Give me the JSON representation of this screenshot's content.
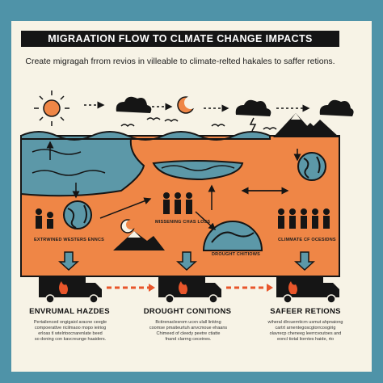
{
  "poster": {
    "title": "MIGRAATION FLOW TO CLMATE CHANGE IMPACTS",
    "subtitle": "Create migragah frrom revios in villeable to climate-relted hakales to saffer retions."
  },
  "map_labels": {
    "left_region": "EXTRWINED WESTERS ENNCS",
    "center_people": "MISSENING CHAS LOSS",
    "center_globe": "DROUGHT CHITIOWS",
    "right_region": "CLIMMATE CF OCESIDNS"
  },
  "columns": [
    {
      "heading": "ENVRUMAL HAZDES",
      "description": [
        "Pertailenced ongigaiol aracne ceegle",
        "compoerattve ricilmaoo mopo ieiriog",
        "erloas tl wtelrtoocnarenlate beed",
        "so doning con kavcreunge haaiders."
      ]
    },
    {
      "heading": "DROUGHT CONITIONS",
      "description": [
        "Bctirenaclesrom ucxn ulall linktng",
        "coomse pmaiteurtuh anvcmoue ehaans",
        "Chimeed of cleedy peetre ctiatte",
        "fnand clarrng ceceines."
      ]
    },
    {
      "heading": "SAFEER RETIONS",
      "description": [
        "wiheral dlrcuernticrn usmut ahpnaiong",
        "cartrt arnentegoscgtorrcoogirig",
        "olavrecp cheneeg leerrcvoutoes and",
        "eoncl tiotal liorntes haide, rto"
      ]
    }
  ],
  "colors": {
    "background": "#4f93a8",
    "poster": "#f7f3e6",
    "land": "#ef8646",
    "water": "#5c98a8",
    "ink": "#151515",
    "fire": "#e8552a"
  },
  "icons": [
    "sun-icon",
    "cloud-icon",
    "moon-icon",
    "storm-cloud-icon",
    "bird-icon",
    "globe-icon",
    "people-icon",
    "mountain-icon",
    "house-icon",
    "truck-icon",
    "fire-icon",
    "arrow-icon"
  ]
}
